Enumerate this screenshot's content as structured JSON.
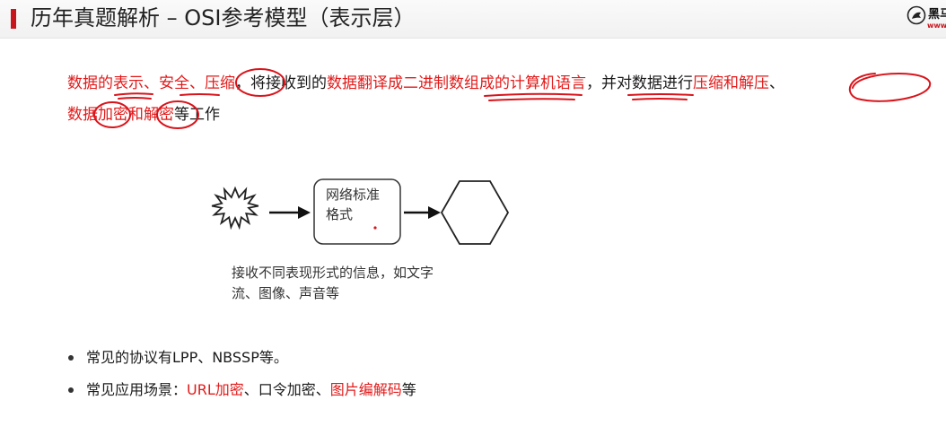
{
  "header": {
    "title": "历年真题解析 – OSI参考模型（表示层）",
    "logo_text": "黑马",
    "logo_url": "www.it"
  },
  "intro": {
    "line1": [
      {
        "text": "数据的",
        "style": "red"
      },
      {
        "text": "表示",
        "style": "red"
      },
      {
        "text": "、",
        "style": "red"
      },
      {
        "text": "安全",
        "style": "red"
      },
      {
        "text": "、",
        "style": "red"
      },
      {
        "text": "压缩",
        "style": "red"
      },
      {
        "text": "，将接收到的",
        "style": "black"
      },
      {
        "text": "数据翻译成",
        "style": "red"
      },
      {
        "text": "二进制数组",
        "style": "red"
      },
      {
        "text": "成的计",
        "style": "red"
      },
      {
        "text": "算机",
        "style": "red"
      },
      {
        "text": "语言",
        "style": "red"
      },
      {
        "text": "，并对数据进行",
        "style": "black"
      },
      {
        "text": "压缩和解压",
        "style": "red"
      },
      {
        "text": "、",
        "style": "black"
      }
    ],
    "line2": [
      {
        "text": "数据",
        "style": "red"
      },
      {
        "text": "加密",
        "style": "red"
      },
      {
        "text": "和",
        "style": "red"
      },
      {
        "text": "解密",
        "style": "red"
      },
      {
        "text": "等工作",
        "style": "black"
      }
    ]
  },
  "diagram": {
    "box_label_line1": "网络标准",
    "box_label_line2": "格式",
    "caption_line1": "接收不同表现形式的信息，如文字",
    "caption_line2": "流、图像、声音等"
  },
  "bullets": [
    {
      "parts": [
        {
          "text": "常见的协议有LPP、NBSSP等。",
          "style": "black"
        }
      ]
    },
    {
      "parts": [
        {
          "text": "常见应用场景：",
          "style": "black"
        },
        {
          "text": "URL加密",
          "style": "red"
        },
        {
          "text": "、口令加密、",
          "style": "black"
        },
        {
          "text": "图片编解码",
          "style": "red"
        },
        {
          "text": "等",
          "style": "black"
        }
      ]
    }
  ],
  "colors": {
    "accent": "#c8161d",
    "highlight": "#e21a1a",
    "annotation": "#d9141b"
  }
}
